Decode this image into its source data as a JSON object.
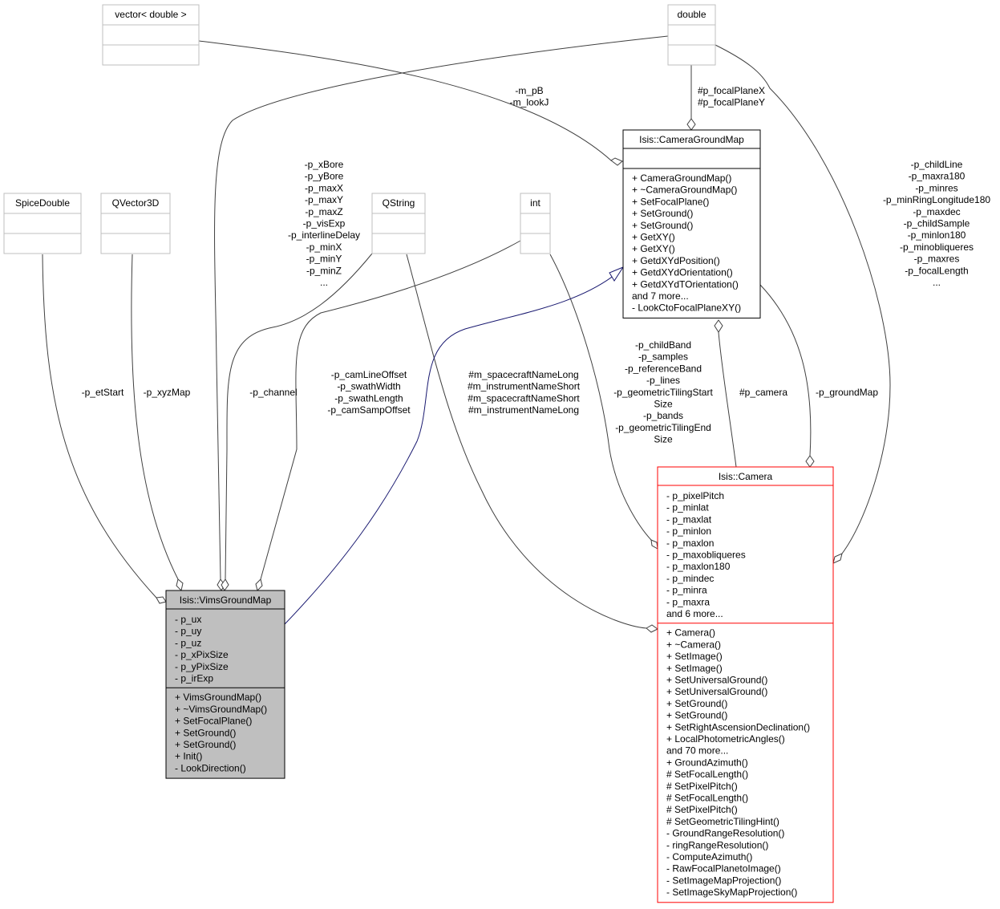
{
  "classes": {
    "vector_double": {
      "title": "vector< double >"
    },
    "double": {
      "title": "double"
    },
    "spice_double": {
      "title": "SpiceDouble"
    },
    "qvector3d": {
      "title": "QVector3D"
    },
    "qstring": {
      "title": "QString"
    },
    "int": {
      "title": "int"
    },
    "camera_ground_map": {
      "title": "Isis::CameraGroundMap",
      "attributes": [],
      "methods": [
        "+ CameraGroundMap()",
        "+ ~CameraGroundMap()",
        "+ SetFocalPlane()",
        "+ SetGround()",
        "+ SetGround()",
        "+ GetXY()",
        "+ GetXY()",
        "+ GetdXYdPosition()",
        "+ GetdXYdOrientation()",
        "+ GetdXYdTOrientation()",
        "and 7 more...",
        "- LookCtoFocalPlaneXY()"
      ]
    },
    "camera": {
      "title": "Isis::Camera",
      "attributes": [
        "- p_pixelPitch",
        "- p_minlat",
        "- p_maxlat",
        "- p_minlon",
        "- p_maxlon",
        "- p_maxobliqueres",
        "- p_maxlon180",
        "- p_mindec",
        "- p_minra",
        "- p_maxra",
        "and 6 more..."
      ],
      "methods": [
        "+ Camera()",
        "+ ~Camera()",
        "+ SetImage()",
        "+ SetImage()",
        "+ SetUniversalGround()",
        "+ SetUniversalGround()",
        "+ SetGround()",
        "+ SetGround()",
        "+ SetRightAscensionDeclination()",
        "+ LocalPhotometricAngles()",
        "and 70 more...",
        "+ GroundAzimuth()",
        "# SetFocalLength()",
        "# SetPixelPitch()",
        "# SetFocalLength()",
        "# SetPixelPitch()",
        "# SetGeometricTilingHint()",
        "- GroundRangeResolution()",
        "- ringRangeResolution()",
        "- ComputeAzimuth()",
        "- RawFocalPlanetoImage()",
        "- SetImageMapProjection()",
        "- SetImageSkyMapProjection()"
      ]
    },
    "vims_ground_map": {
      "title": "Isis::VimsGroundMap",
      "attributes": [
        "- p_ux",
        "- p_uy",
        "- p_uz",
        "- p_xPixSize",
        "- p_yPixSize",
        "- p_irExp"
      ],
      "methods": [
        "+ VimsGroundMap()",
        "+ ~VimsGroundMap()",
        "+ SetFocalPlane()",
        "+ SetGround()",
        "+ SetGround()",
        "+ Init()",
        "- LookDirection()"
      ]
    }
  },
  "edge_labels": {
    "vector_to_cgm": [
      "-m_pB",
      "-m_lookJ"
    ],
    "double_to_cgm": [
      "#p_focalPlaneX",
      "#p_focalPlaneY"
    ],
    "double_to_camera": [
      "-p_childLine",
      "-p_maxra180",
      "-p_minres",
      "-p_minRingLongitude180",
      "-p_maxdec",
      "-p_childSample",
      "-p_minlon180",
      "-p_minobliqueres",
      "-p_maxres",
      "-p_focalLength",
      "..."
    ],
    "double_to_vims": [
      "-p_xBore",
      "-p_yBore",
      "-p_maxX",
      "-p_maxY",
      "-p_maxZ",
      "-p_visExp",
      "-p_interlineDelay",
      "-p_minX",
      "-p_minY",
      "-p_minZ",
      "..."
    ],
    "spice_to_vims": [
      "-p_etStart"
    ],
    "qvector_to_vims": [
      "-p_xyzMap"
    ],
    "int_to_vims": [
      "-p_channel"
    ],
    "qstring_to_vims": [
      "-p_camLineOffset",
      "-p_swathWidth",
      "-p_swathLength",
      "-p_camSampOffset"
    ],
    "qstring_to_camera": [
      "#m_spacecraftNameLong",
      "#m_instrumentNameShort",
      "#m_spacecraftNameShort",
      "#m_instrumentNameLong"
    ],
    "int_to_camera": [
      "-p_childBand",
      "-p_samples",
      "-p_referenceBand",
      "-p_lines",
      "-p_geometricTilingStart",
      "Size",
      "-p_bands",
      "-p_geometricTilingEnd",
      "Size"
    ],
    "cgm_to_camera": [
      "#p_camera"
    ],
    "camera_to_cgm": [
      "-p_groundMap"
    ]
  }
}
